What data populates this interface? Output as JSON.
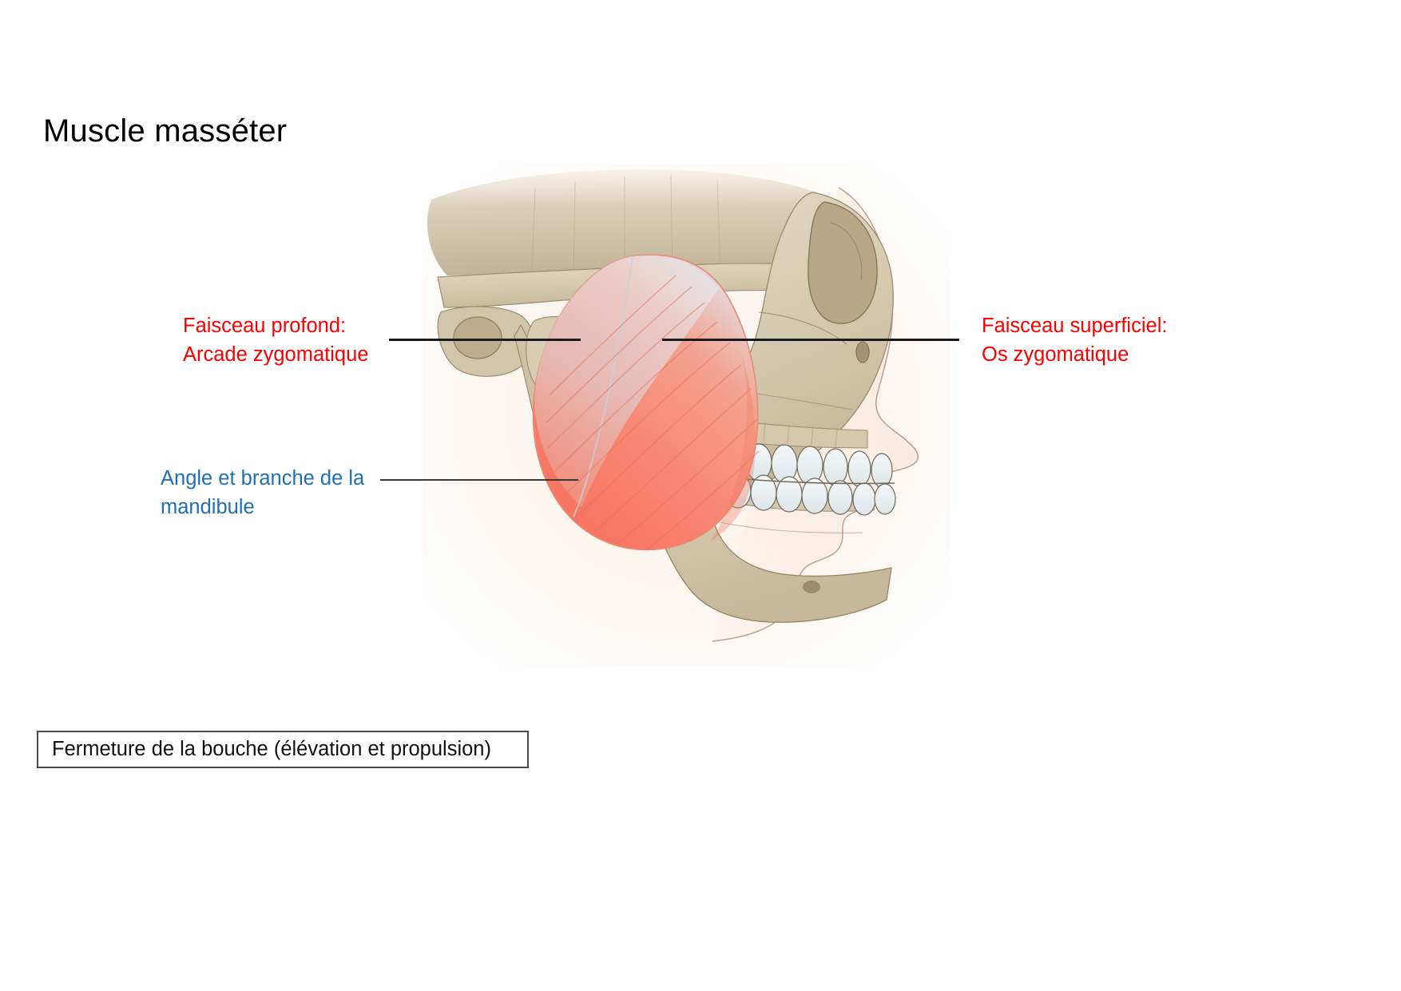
{
  "page": {
    "title": "Muscle masséter",
    "background_color": "#ffffff"
  },
  "callouts": {
    "deep_bundle": {
      "line1": "Faisceau profond:",
      "line2": "Arcade zygomatique",
      "color": "#fa0000"
    },
    "superficial_bundle": {
      "line1": "Faisceau superficiel:",
      "line2": "Os zygomatique",
      "color": "#fa0000"
    },
    "mandible": {
      "line1": "Angle et branche de la",
      "line2": "mandibule",
      "color": "#1f6fb8"
    }
  },
  "note": {
    "text": "Fermeture de la bouche (élévation et propulsion)",
    "border_color": "#4a4a4a"
  },
  "illustration": {
    "name": "lateral-skull-masseter-muscle",
    "bone_color": "#d9cdb6",
    "bone_shadow_color": "#b8a78a",
    "muscle_color": "#f6806d",
    "muscle_tendon_color": "#cdd9e4",
    "teeth_color": "#eef2f4",
    "outline_color": "#5d4f3c",
    "skin_profile_color": "#c9a98f"
  }
}
